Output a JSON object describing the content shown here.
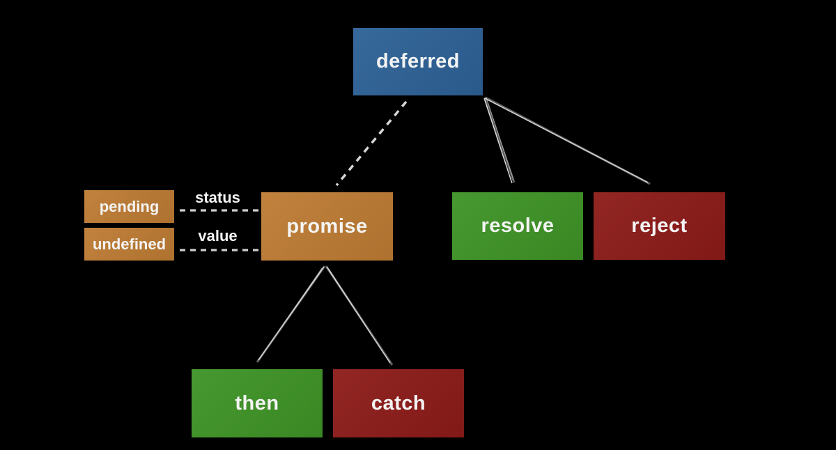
{
  "diagram": {
    "background_color": "#000000",
    "text_color": "#f4f4f4",
    "line_color": "#cfcfcf",
    "nodes": {
      "deferred": {
        "label": "deferred",
        "color": "#2d6196"
      },
      "promise": {
        "label": "promise",
        "color": "#bd7b33"
      },
      "resolve": {
        "label": "resolve",
        "color": "#3e9326"
      },
      "reject": {
        "label": "reject",
        "color": "#8c1b18"
      },
      "then": {
        "label": "then",
        "color": "#3e9326"
      },
      "catch": {
        "label": "catch",
        "color": "#8c1b18"
      },
      "pending": {
        "label": "pending",
        "color": "#bd7b33"
      },
      "undefined": {
        "label": "undefined",
        "color": "#bd7b33"
      }
    },
    "property_labels": {
      "status": "status",
      "value": "value"
    },
    "edges": [
      {
        "from": "deferred",
        "to": "promise",
        "style": "dashed"
      },
      {
        "from": "deferred",
        "to": "resolve",
        "style": "solid"
      },
      {
        "from": "deferred",
        "to": "reject",
        "style": "solid"
      },
      {
        "from": "promise",
        "to": "then",
        "style": "solid"
      },
      {
        "from": "promise",
        "to": "catch",
        "style": "solid"
      },
      {
        "from": "pending",
        "to": "promise",
        "style": "dashed",
        "label": "status"
      },
      {
        "from": "undefined",
        "to": "promise",
        "style": "dashed",
        "label": "value"
      }
    ]
  }
}
